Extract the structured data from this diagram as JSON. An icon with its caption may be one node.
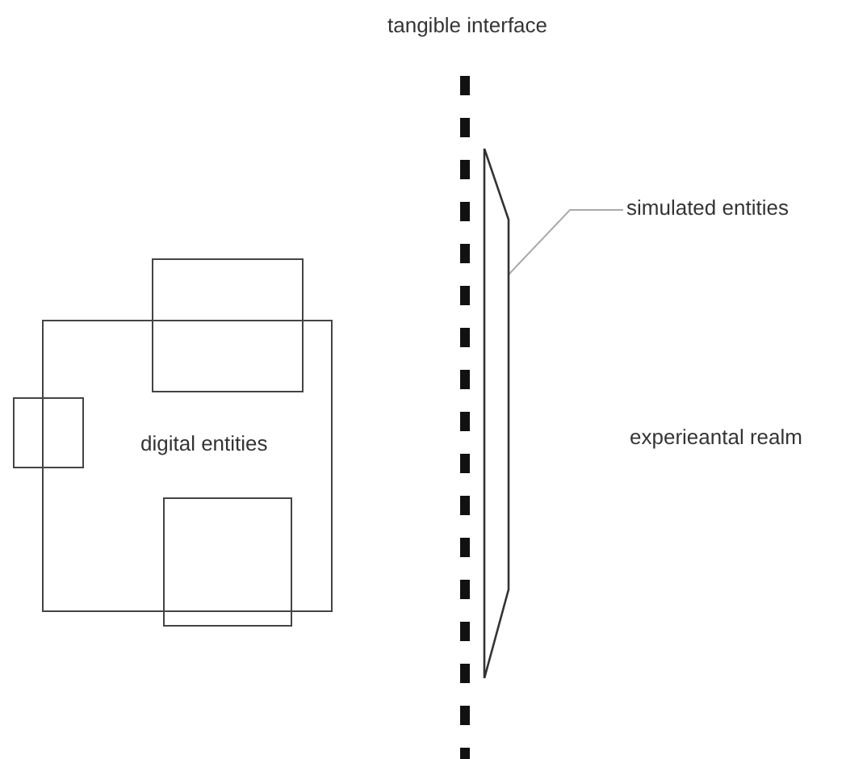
{
  "diagram": {
    "nodes": [
      {
        "text": [
          "digital entities"
        ]
      },
      {
        "text": [],
        "shape": "box"
      },
      {
        "text": [],
        "shape": "box"
      },
      {
        "text": [],
        "shape": "box"
      },
      {
        "text": [
          "simulated entities"
        ]
      },
      {
        "text": [],
        "shape": "panel"
      }
    ],
    "edges": [
      {
        "from": 4,
        "to": 5,
        "arrow": "none"
      }
    ],
    "labels": [
      "tangible interface",
      "experieantal realm"
    ]
  }
}
